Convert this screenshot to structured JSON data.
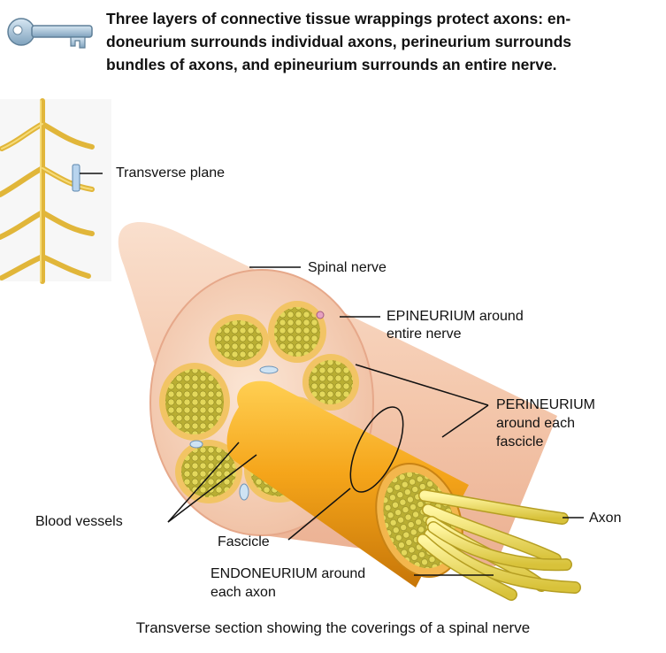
{
  "key_note": {
    "line1": "Three layers of connective tissue wrappings protect axons: en-",
    "line2": "doneurium surrounds individual axons, perineurium surrounds",
    "line3": "bundles of axons, and epineurium surrounds an entire nerve."
  },
  "labels": {
    "transverse_plane": "Transverse plane",
    "spinal_nerve": "Spinal nerve",
    "epineurium_1": "EPINEURIUM around",
    "epineurium_2": "entire nerve",
    "perineurium_1": "PERINEURIUM",
    "perineurium_2": "around each",
    "perineurium_3": "fascicle",
    "axon": "Axon",
    "blood_vessels": "Blood vessels",
    "fascicle": "Fascicle",
    "endoneurium_1": "ENDONEURIUM around",
    "endoneurium_2": "each axon"
  },
  "caption": "Transverse section showing the coverings of a spinal nerve",
  "colors": {
    "nerve_yellow": "#e8c34a",
    "fascicle_orange": "#f0a419",
    "epineurium_pink": "#f6d7c2",
    "fascicle_sheath": "#f3b64d",
    "axon_yellow": "#f2e36a"
  }
}
